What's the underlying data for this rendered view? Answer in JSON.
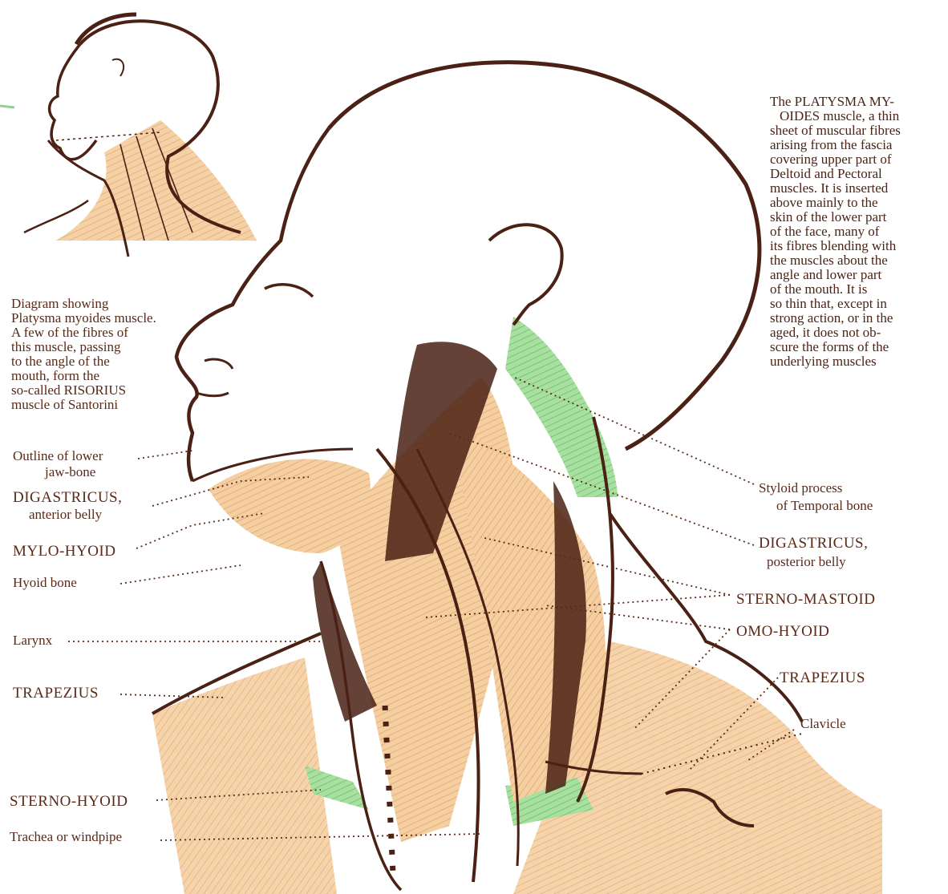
{
  "captions": {
    "platysma_note": [
      "The PLATYSMA MY-",
      "OIDES muscle, a thin",
      "sheet of muscular fibres",
      "arising from the fascia",
      "covering upper part of",
      "Deltoid and Pectoral",
      "muscles. It is inserted",
      "above mainly to the",
      "skin of the lower part",
      "of the face, many of",
      "its fibres blending with",
      "the muscles about the",
      "angle and lower part",
      "of the mouth. It is",
      "so thin that, except in",
      "strong action, or in the",
      "aged, it does not ob-",
      "scure the forms of the",
      "underlying muscles"
    ],
    "diagram_note": [
      "Diagram showing",
      "Platysma myoides muscle.",
      "A few of the fibres of",
      "this muscle, passing",
      "to the angle of the",
      "mouth, form the",
      "so-called RISORIUS",
      "muscle of Santorini"
    ]
  },
  "labels": {
    "outline_jaw_1": "Outline of lower",
    "outline_jaw_2": "jaw-bone",
    "digastricus_ant_1": "DIGASTRICUS,",
    "digastricus_ant_2": "anterior belly",
    "mylo_hyoid": "MYLO-HYOID",
    "hyoid_bone": "Hyoid bone",
    "larynx": "Larynx",
    "trapezius_left": "TRAPEZIUS",
    "sterno_hyoid": "STERNO-HYOID",
    "trachea": "Trachea or windpipe",
    "styloid_1": "Styloid process",
    "styloid_2": "of Temporal bone",
    "digastricus_post_1": "DIGASTRICUS,",
    "digastricus_post_2": "posterior belly",
    "sterno_mastoid": "STERNO-MASTOID",
    "omo_hyoid": "OMO-HYOID",
    "trapezius_right": "TRAPEZIUS",
    "clavicle": "Clavicle"
  },
  "colors": {
    "ink": "#5a2a18",
    "muscle": "#f2c99a",
    "platysma": "#8fd48e",
    "shadow": "#4a2114"
  }
}
